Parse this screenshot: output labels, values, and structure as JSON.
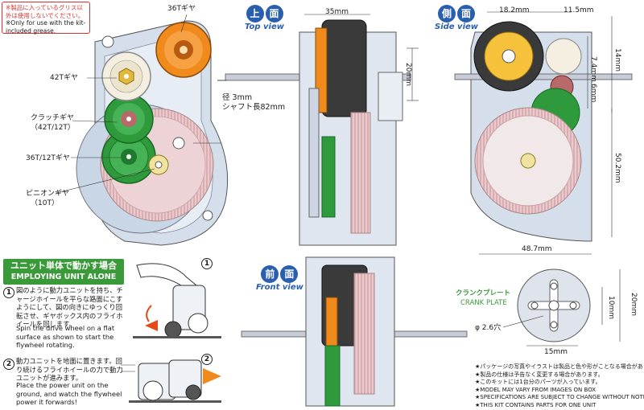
{
  "note": {
    "jp": "※製品に入っているグリス以外は使用しないでください。",
    "en": "※Only for use with the kit-included grease."
  },
  "labels": {
    "gear36t": "36Tギヤ",
    "gear42t": "42Tギヤ",
    "clutch_jp": "クラッチギヤ",
    "clutch_sub": "（42T/12T）",
    "gear36_12": "36T/12Tギヤ",
    "pinion_jp": "ピニオンギヤ",
    "pinion_sub": "（10T）",
    "shaft1": "径 3mm",
    "shaft2": "シャフト長82mm"
  },
  "views": {
    "top": {
      "jp1": "上",
      "jp2": "面",
      "en": "Top view"
    },
    "side": {
      "jp1": "側",
      "jp2": "面",
      "en": "Side view"
    },
    "front": {
      "jp1": "前",
      "jp2": "面",
      "en": "Front view"
    }
  },
  "dims": {
    "d35": "35mm",
    "d20_top": "20mm",
    "d18": "18.2mm",
    "d11": "11.5mm",
    "d74": "7.4mm",
    "d14": "14mm",
    "d6": "6mm",
    "d502": "50.2mm",
    "d487": "48.7mm",
    "d10": "10mm",
    "d20_crank": "20mm",
    "d15": "15mm",
    "d26": "φ 2.6穴"
  },
  "crank": {
    "jp": "クランクプレート",
    "en": "CRANK PLATE"
  },
  "unit": {
    "jp": "ユニット単体で動かす場合",
    "en": "EMPLOYING UNIT ALONE"
  },
  "steps": [
    {
      "num": "1",
      "jp": "図のように動力ユニットを持ち、チャージホイールを平らな路面にこすようにして、図の向きにゆっくり回転させ、ギヤボックス内のフライホイールを回します。",
      "en": "Spin the drive wheel on a flat surface as shown to start the flywheel rotating."
    },
    {
      "num": "2",
      "jp": "動力ユニットを地面に置きます。回り続けるフライホイールの力で動力ユニットが進みます。",
      "en": "Place the power unit on the ground, and watch the flywheel power it forwards!"
    }
  ],
  "illustration_nums": [
    "1",
    "2"
  ],
  "footer": [
    "★パッケージの写真やイラストは製品と色や形がことなる場合があります。",
    "★製品の仕様は予告なく変更する場合があります。",
    "★このキットには1台分のパーツが入っています。",
    "★MODEL MAY VARY FROM IMAGES ON BOX",
    "★SPECIFICATIONS ARE SUBJECT TO CHANGE WITHOUT NOTICE",
    "★THIS KIT CONTAINS PARTS FOR ONE UNIT"
  ],
  "colors": {
    "blue": "#2a5fae",
    "green": "#3a9a3a",
    "orange": "#f08a1c",
    "pink": "#e9c9cc",
    "gearGreen": "#2e9a3c",
    "cream": "#f4efe0",
    "housing": "#c9d6e6"
  }
}
